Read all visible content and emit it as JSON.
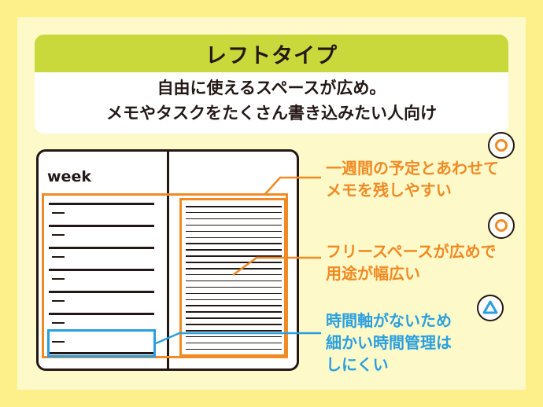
{
  "header": {
    "title": "レフトタイプ",
    "desc_line1": "自由に使えるスペースが広め。",
    "desc_line2": "メモやタスクをたくさん書き込みたい人向け"
  },
  "notebook": {
    "week_label": "week"
  },
  "notes": [
    {
      "line1": "一週間の予定とあわせて",
      "line2": "メモを残しやすい",
      "line3": "",
      "rating": "good-circle",
      "color": "#f08a24"
    },
    {
      "line1": "フリースペースが広めで",
      "line2": "用途が幅広い",
      "line3": "",
      "rating": "good-circle",
      "color": "#f08a24"
    },
    {
      "line1": "時間軸がないため",
      "line2": "細かい時間管理は",
      "line3": "しにくい",
      "rating": "fair-triangle",
      "color": "#2a9fe0"
    }
  ],
  "colors": {
    "background": "#fdf08a",
    "panel": "#fdf9c9",
    "header_band": "#c9d93b",
    "orange": "#f08a24",
    "blue": "#2a9fe0",
    "ink": "#231815"
  }
}
